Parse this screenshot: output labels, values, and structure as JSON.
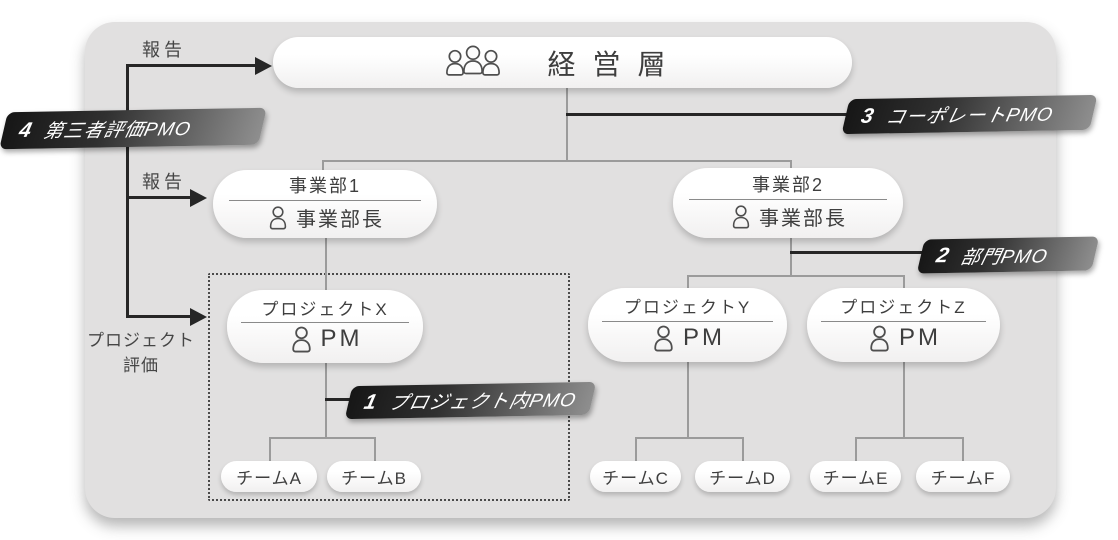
{
  "palette": {
    "page_bg": "#ffffff",
    "panel_bg": "#e1e0e0",
    "node_text": "#3e3e3e",
    "tree_line": "#9b9b9b",
    "black_line": "#262626",
    "badge_dark": "#161616",
    "badge_light": "#8f8f8f",
    "badge_text": "#ffffff",
    "divider": "#8a8a8a",
    "icon_stroke": "#4f4f4f"
  },
  "exec": {
    "label": "経営層",
    "icon": "people-group-icon"
  },
  "labels": {
    "report_top": "報告",
    "report_mid": "報告",
    "project_eval_line1": "プロジェクト",
    "project_eval_line2": "評価"
  },
  "badges": [
    {
      "num": "1",
      "label": "プロジェクト内PMO"
    },
    {
      "num": "2",
      "label": "部門PMO"
    },
    {
      "num": "3",
      "label": "コーポレートPMO"
    },
    {
      "num": "4",
      "label": "第三者評価PMO"
    }
  ],
  "divisions": [
    {
      "title": "事業部1",
      "subtitle": "事業部長",
      "icon": "person-icon"
    },
    {
      "title": "事業部2",
      "subtitle": "事業部長",
      "icon": "person-icon"
    }
  ],
  "projects": [
    {
      "title": "プロジェクトX",
      "subtitle": "PM",
      "icon": "person-icon"
    },
    {
      "title": "プロジェクトY",
      "subtitle": "PM",
      "icon": "person-icon"
    },
    {
      "title": "プロジェクトZ",
      "subtitle": "PM",
      "icon": "person-icon"
    }
  ],
  "teams": [
    "チームA",
    "チームB",
    "チームC",
    "チームD",
    "チームE",
    "チームF"
  ]
}
